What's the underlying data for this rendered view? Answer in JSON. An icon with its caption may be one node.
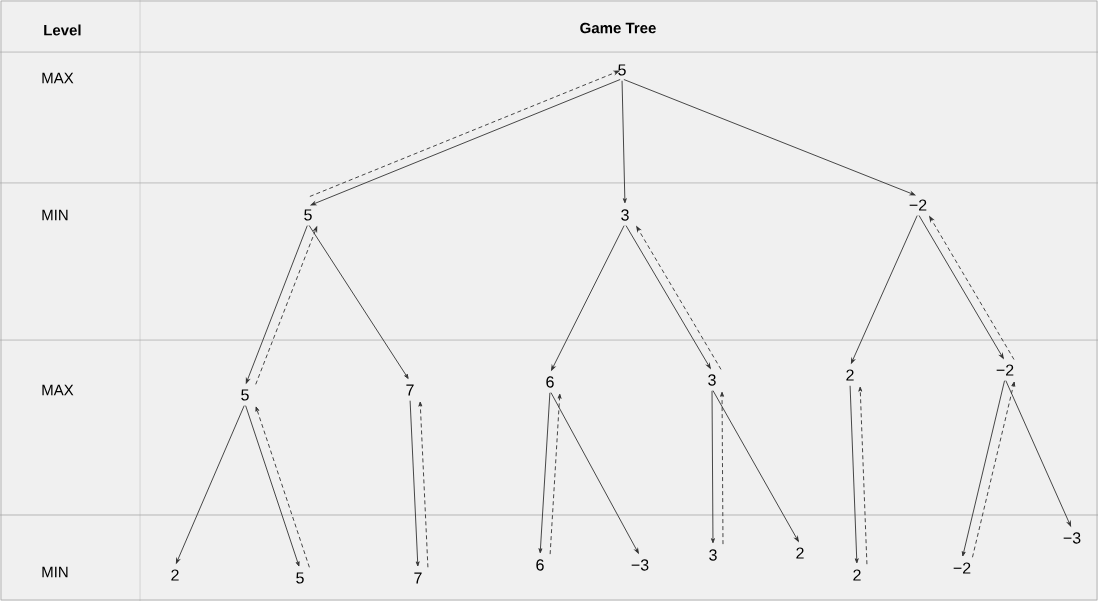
{
  "diagram": {
    "nodes": [
      {
        "text": [
          "5"
        ]
      },
      {
        "text": [
          "5"
        ]
      },
      {
        "text": [
          "3"
        ]
      },
      {
        "text": [
          "−2"
        ]
      },
      {
        "text": [
          "5"
        ]
      },
      {
        "text": [
          "7"
        ]
      },
      {
        "text": [
          "6"
        ]
      },
      {
        "text": [
          "3"
        ]
      },
      {
        "text": [
          "2"
        ]
      },
      {
        "text": [
          "−2"
        ]
      },
      {
        "text": [
          "2"
        ]
      },
      {
        "text": [
          "5"
        ]
      },
      {
        "text": [
          "7"
        ]
      },
      {
        "text": [
          "6"
        ]
      },
      {
        "text": [
          "−3"
        ]
      },
      {
        "text": [
          "3"
        ]
      },
      {
        "text": [
          "2"
        ]
      },
      {
        "text": [
          "2"
        ]
      },
      {
        "text": [
          "−2"
        ]
      },
      {
        "text": [
          "−3"
        ]
      }
    ],
    "edges": [
      {
        "from": 0,
        "to": 1,
        "arrow": "to"
      },
      {
        "from": 1,
        "to": 0,
        "arrow": "to",
        "style": "dashed"
      },
      {
        "from": 0,
        "to": 2,
        "arrow": "to"
      },
      {
        "from": 0,
        "to": 3,
        "arrow": "to"
      },
      {
        "from": 1,
        "to": 4,
        "arrow": "to"
      },
      {
        "from": 4,
        "to": 1,
        "arrow": "to",
        "style": "dashed"
      },
      {
        "from": 1,
        "to": 5,
        "arrow": "to"
      },
      {
        "from": 2,
        "to": 6,
        "arrow": "to"
      },
      {
        "from": 2,
        "to": 7,
        "arrow": "to"
      },
      {
        "from": 7,
        "to": 2,
        "arrow": "to",
        "style": "dashed"
      },
      {
        "from": 3,
        "to": 8,
        "arrow": "to"
      },
      {
        "from": 3,
        "to": 9,
        "arrow": "to"
      },
      {
        "from": 9,
        "to": 3,
        "arrow": "to",
        "style": "dashed"
      },
      {
        "from": 4,
        "to": 10,
        "arrow": "to"
      },
      {
        "from": 4,
        "to": 11,
        "arrow": "to"
      },
      {
        "from": 11,
        "to": 4,
        "arrow": "to",
        "style": "dashed"
      },
      {
        "from": 5,
        "to": 12,
        "arrow": "to"
      },
      {
        "from": 12,
        "to": 5,
        "arrow": "to",
        "style": "dashed"
      },
      {
        "from": 6,
        "to": 13,
        "arrow": "to"
      },
      {
        "from": 13,
        "to": 6,
        "arrow": "to",
        "style": "dashed"
      },
      {
        "from": 6,
        "to": 14,
        "arrow": "to"
      },
      {
        "from": 7,
        "to": 15,
        "arrow": "to"
      },
      {
        "from": 15,
        "to": 7,
        "arrow": "to",
        "style": "dashed"
      },
      {
        "from": 7,
        "to": 16,
        "arrow": "to"
      },
      {
        "from": 8,
        "to": 17,
        "arrow": "to"
      },
      {
        "from": 17,
        "to": 8,
        "arrow": "to",
        "style": "dashed"
      },
      {
        "from": 9,
        "to": 18,
        "arrow": "to"
      },
      {
        "from": 18,
        "to": 9,
        "arrow": "to",
        "style": "dashed"
      },
      {
        "from": 9,
        "to": 19,
        "arrow": "to"
      }
    ],
    "labels": [
      "Level",
      "Game Tree",
      "MAX",
      "MIN",
      "MAX",
      "MIN"
    ]
  }
}
